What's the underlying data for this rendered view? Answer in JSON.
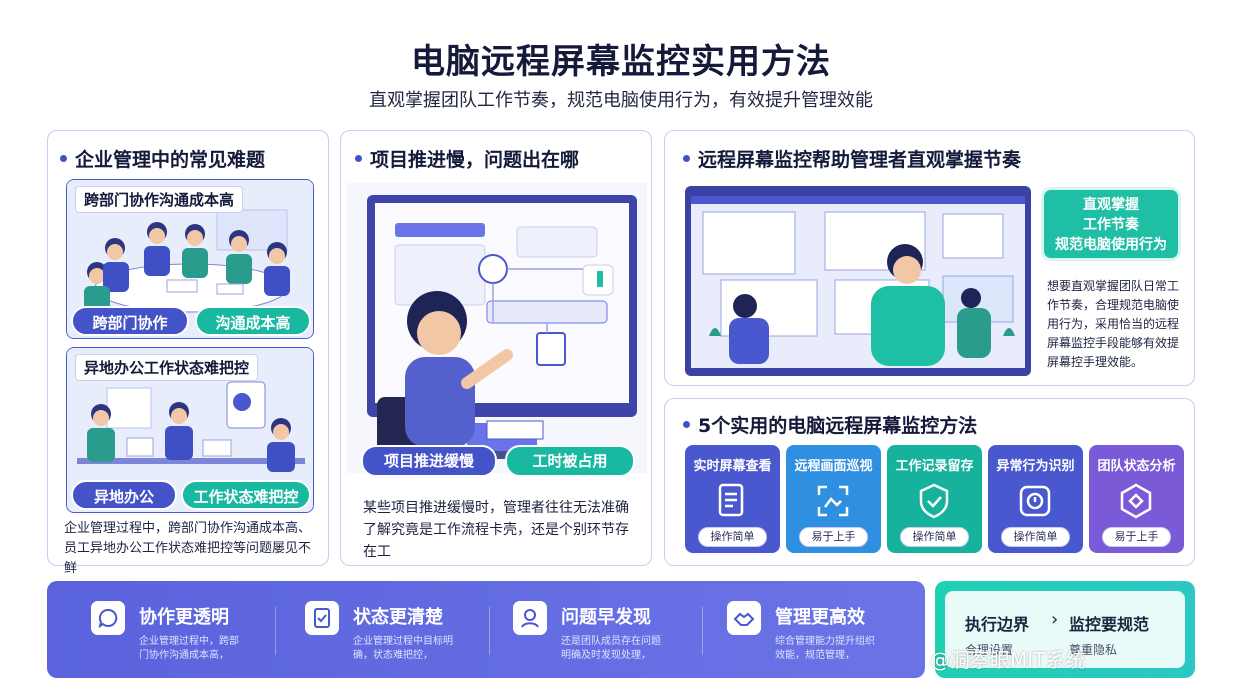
{
  "page": {
    "title": "电脑远程屏幕监控实用方法",
    "subtitle": "直观掌握团队工作节奏，规范电脑使用行为，有效提升管理效能"
  },
  "card1": {
    "title": "企业管理中的常见难题",
    "scene1_label": "跨部门协作沟通成本高",
    "scene1_pills": [
      "跨部门协作",
      "沟通成本高"
    ],
    "scene2_label": "异地办公工作状态难把控",
    "scene2_pills": [
      "异地办公",
      "工作状态难把控"
    ],
    "body": "企业管理过程中，跨部门协作沟通成本高、员工异地办公工作状态难把控等问题屡见不鲜"
  },
  "card2": {
    "title": "项目推进慢，问题出在哪",
    "pills": [
      "项目推进缓慢",
      "工时被占用"
    ],
    "body": "某些项目推进缓慢时，管理者往往无法准确了解究竟是工作流程卡壳，还是个别环节存在工"
  },
  "card3": {
    "title": "远程屏幕监控帮助管理者直观掌握节奏",
    "bubble": "直观掌握\n工作节奏\n规范电脑使用行为",
    "body": "想要直观掌握团队日常工作节奏，合理规范电脑使用行为，采用恰当的远程屏幕监控手段能够有效提屏幕控手理效能。"
  },
  "card4": {
    "title": "5个实用的电脑远程屏幕监控方法",
    "methods": [
      {
        "title": "实时屏幕查看",
        "badge": "操作简单",
        "color": "#4a58cf",
        "icon": "document-icon"
      },
      {
        "title": "远程画面巡视",
        "badge": "易于上手",
        "color": "#2f8fe0",
        "icon": "scan-icon"
      },
      {
        "title": "工作记录留存",
        "badge": "操作简单",
        "color": "#16b29c",
        "icon": "shield-icon"
      },
      {
        "title": "异常行为识别",
        "badge": "操作简单",
        "color": "#4a58cf",
        "icon": "alert-icon"
      },
      {
        "title": "团队状态分析",
        "badge": "易于上手",
        "color": "#7a5ad6",
        "icon": "hexagon-icon"
      }
    ]
  },
  "features": [
    {
      "title": "协作更透明",
      "desc": [
        "企业管理过程中，跨部",
        "门协作沟通成本高，"
      ],
      "icon": "bubble-icon"
    },
    {
      "title": "状态更清楚",
      "desc": [
        "企业管理过程中目标明",
        "确，状态难把控，"
      ],
      "icon": "checklist-icon"
    },
    {
      "title": "问题早发现",
      "desc": [
        "还是团队成员存在问题",
        "明确及时发现处理，"
      ],
      "icon": "person-icon"
    },
    {
      "title": "管理更高效",
      "desc": [
        "综合管理能力提升组织",
        "效能，规范管理，"
      ],
      "icon": "handshake-icon"
    }
  ],
  "right_box": {
    "left": "执行边界",
    "arrow": "›",
    "right": "监控要规范",
    "tail": [
      "合理设置",
      "尊重隐私"
    ]
  },
  "watermark": "@洞察眼MIT系统"
}
